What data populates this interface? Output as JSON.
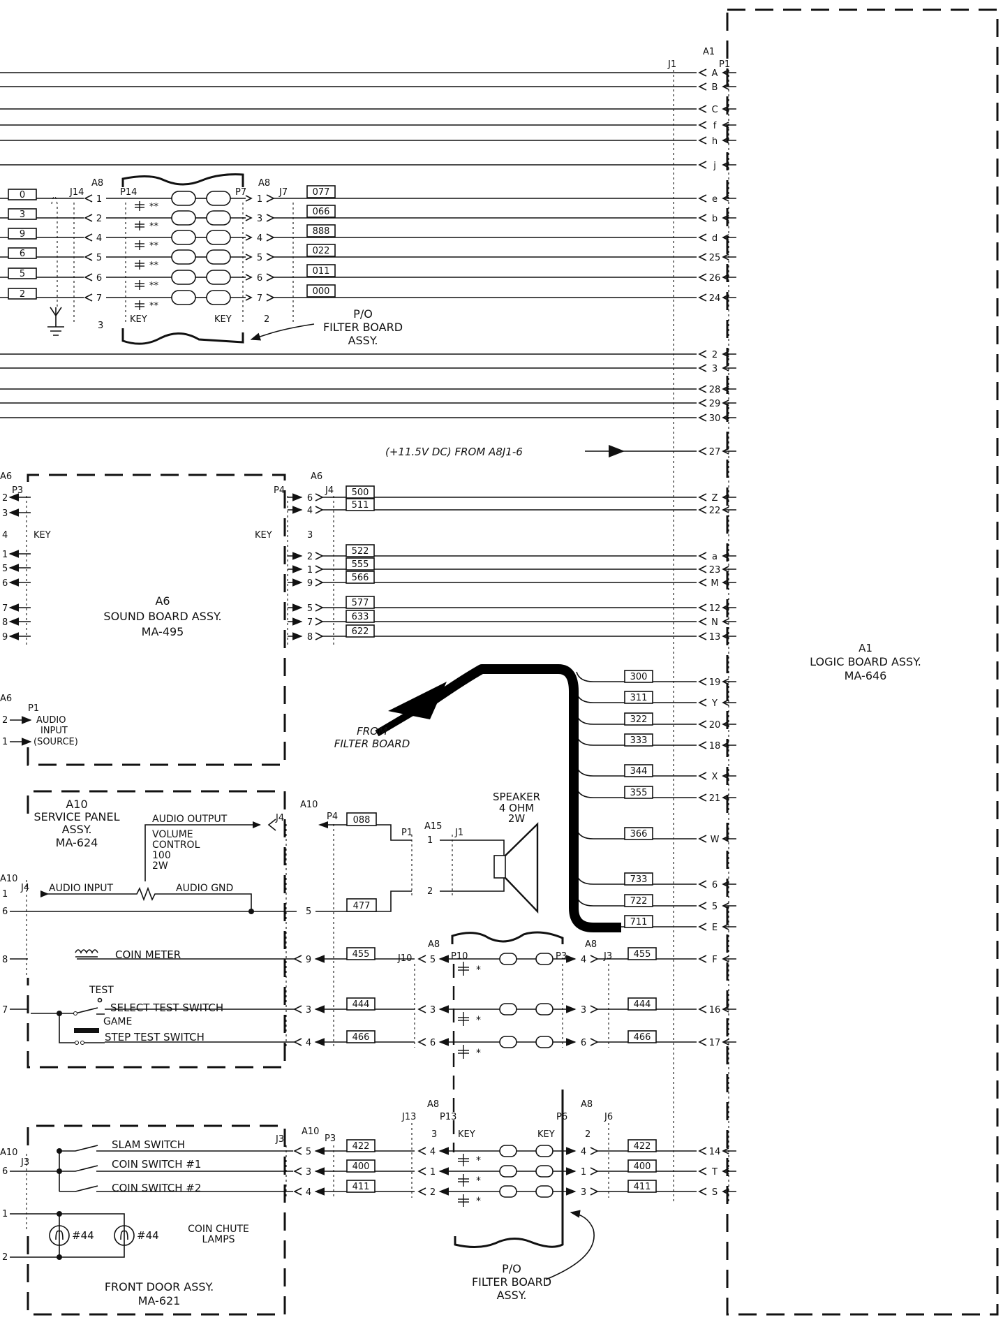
{
  "blocks": {
    "logic_board": {
      "ref": "A1",
      "title": "A1",
      "line1": "LOGIC BOARD ASSY.",
      "line2": "MA-646"
    },
    "sound_board": {
      "ref": "A6",
      "title": "A6",
      "line1": "SOUND BOARD ASSY.",
      "line2": "MA-495"
    },
    "service_panel": {
      "ref": "A10",
      "line1": "SERVICE PANEL",
      "line2": "ASSY.",
      "line3": "MA-624"
    },
    "front_door": {
      "line1": "FRONT DOOR ASSY.",
      "line2": "MA-621"
    },
    "filter_upper": {
      "line1": "P/O",
      "line2": "FILTER BOARD",
      "line3": "ASSY."
    },
    "filter_lower": {
      "line1": "P/O",
      "line2": "FILTER BOARD",
      "line3": "ASSY."
    }
  },
  "connectors": {
    "a1": "A1",
    "j1": "J1",
    "p1": "P1"
  },
  "top_pins": [
    "A",
    "B",
    "C",
    "f",
    "h",
    "j"
  ],
  "top_filter": {
    "left_labels": [
      "0",
      "3",
      "9",
      "6",
      "5",
      "2"
    ],
    "pins_left": [
      "1",
      "2",
      "4",
      "5",
      "6",
      "7"
    ],
    "pins_right": [
      "1",
      "3",
      "4",
      "5",
      "6",
      "7"
    ],
    "wire_codes": [
      "077",
      "066",
      "888",
      "022",
      "011",
      "000"
    ],
    "a1_pins": [
      "e",
      "b",
      "d",
      "25",
      "26",
      "24"
    ],
    "a8_left": "A8",
    "a8_right": "A8",
    "j14": "J14",
    "p14": "P14",
    "p7": "P7",
    "j7": "J7",
    "key_left": "KEY",
    "key_right": "KEY",
    "num_left": "3",
    "num_right": "2",
    "cap_mark": "**"
  },
  "mid_pins": [
    "2",
    "3",
    "28",
    "29",
    "30"
  ],
  "power": {
    "note": "(+11.5V DC) FROM A8J1-6",
    "pin": "27"
  },
  "sound": {
    "a6_left": "A6",
    "a6_right": "A6",
    "p3": "P3",
    "p4": "P4",
    "j4": "J4",
    "key_left": "KEY",
    "key_right": "KEY",
    "num_right": "3",
    "left_pins": [
      "2",
      "3",
      "4",
      "1",
      "5",
      "6",
      "7",
      "8",
      "9"
    ],
    "right_pins": [
      "6",
      "4",
      "2",
      "1",
      "9",
      "5",
      "7",
      "8"
    ],
    "wire_codes": [
      "500",
      "511",
      "522",
      "555",
      "566",
      "577",
      "633",
      "622"
    ],
    "a1_pins": [
      "Z",
      "22",
      "a",
      "23",
      "M",
      "12",
      "N",
      "13"
    ],
    "audio": {
      "a6": "A6",
      "p1": "P1",
      "pin_top": "2",
      "pin_bot": "1",
      "line1": "AUDIO",
      "line2": "INPUT",
      "line3": "(SOURCE)"
    }
  },
  "harness": {
    "from_line1": "FROM",
    "from_line2": "FILTER BOARD",
    "codes": [
      "300",
      "311",
      "322",
      "333",
      "344",
      "355",
      "366",
      "733",
      "722",
      "711"
    ],
    "a1_pins": [
      "19",
      "Y",
      "20",
      "18",
      "X",
      "21",
      "W",
      "6",
      "5",
      "E"
    ]
  },
  "service": {
    "a10_top": "A10",
    "a10_left": "A10",
    "j4_in": "J4",
    "j4_left": "J4",
    "p4": "P4",
    "p1": "P1",
    "a15": "A15",
    "j1": "J1",
    "audio_output": "AUDIO OUTPUT",
    "volume_line1": "VOLUME",
    "volume_line2": "CONTROL",
    "volume_line3": "100",
    "volume_line4": "2W",
    "audio_input": "AUDIO INPUT",
    "audio_gnd": "AUDIO GND",
    "code_out": "088",
    "code_gnd": "477",
    "spk_pin1": "1",
    "spk_pin2": "2",
    "gnd_pin": "5",
    "left_pin1": "1",
    "left_pin6": "6",
    "speaker_line1": "SPEAKER",
    "speaker_line2": "4 OHM",
    "speaker_line3": "2W",
    "coin_meter": "COIN METER",
    "test": "TEST",
    "select_test": "SELECT TEST SWITCH",
    "game": "GAME",
    "step_test": "STEP TEST SWITCH",
    "rows": [
      {
        "left": "8",
        "pin": "9",
        "code": "455",
        "filter_in": "5",
        "filter_out": "4",
        "code2": "455",
        "a1": "F"
      },
      {
        "left": "7",
        "pin": "3",
        "code": "444",
        "filter_in": "3",
        "filter_out": "3",
        "code2": "444",
        "a1": "16"
      },
      {
        "left": "",
        "pin": "4",
        "code": "466",
        "filter_in": "6",
        "filter_out": "6",
        "code2": "466",
        "a1": "17"
      }
    ],
    "j10": "J10",
    "p10": "P10",
    "p3": "P3",
    "j3": "J3",
    "a8_left": "A8",
    "a8_right": "A8"
  },
  "door": {
    "a10_top": "A10",
    "a10_left": "A10",
    "j3_left": "J3",
    "j3_right": "J3",
    "p3": "P3",
    "slam": "SLAM SWITCH",
    "coin1": "COIN SWITCH #1",
    "coin2": "COIN SWITCH #2",
    "lamp1": "#44",
    "lamp2": "#44",
    "lamps_line1": "COIN CHUTE",
    "lamps_line2": "LAMPS",
    "left_pins": [
      "6",
      "1",
      "2"
    ],
    "rows": [
      {
        "pin": "5",
        "code": "422",
        "filter_in": "4",
        "filter_out": "4",
        "code2": "422",
        "a1": "14"
      },
      {
        "pin": "3",
        "code": "400",
        "filter_in": "1",
        "filter_out": "1",
        "code2": "400",
        "a1": "T"
      },
      {
        "pin": "4",
        "code": "411",
        "filter_in": "2",
        "filter_out": "3",
        "code2": "411",
        "a1": "S"
      }
    ],
    "a8_left": "A8",
    "a8_right": "A8",
    "j13": "J13",
    "p13": "P13",
    "p6": "P6",
    "j6": "J6",
    "key_left": "KEY",
    "key_right": "KEY",
    "num_left": "3",
    "num_right": "2"
  },
  "cap_mark": "*"
}
